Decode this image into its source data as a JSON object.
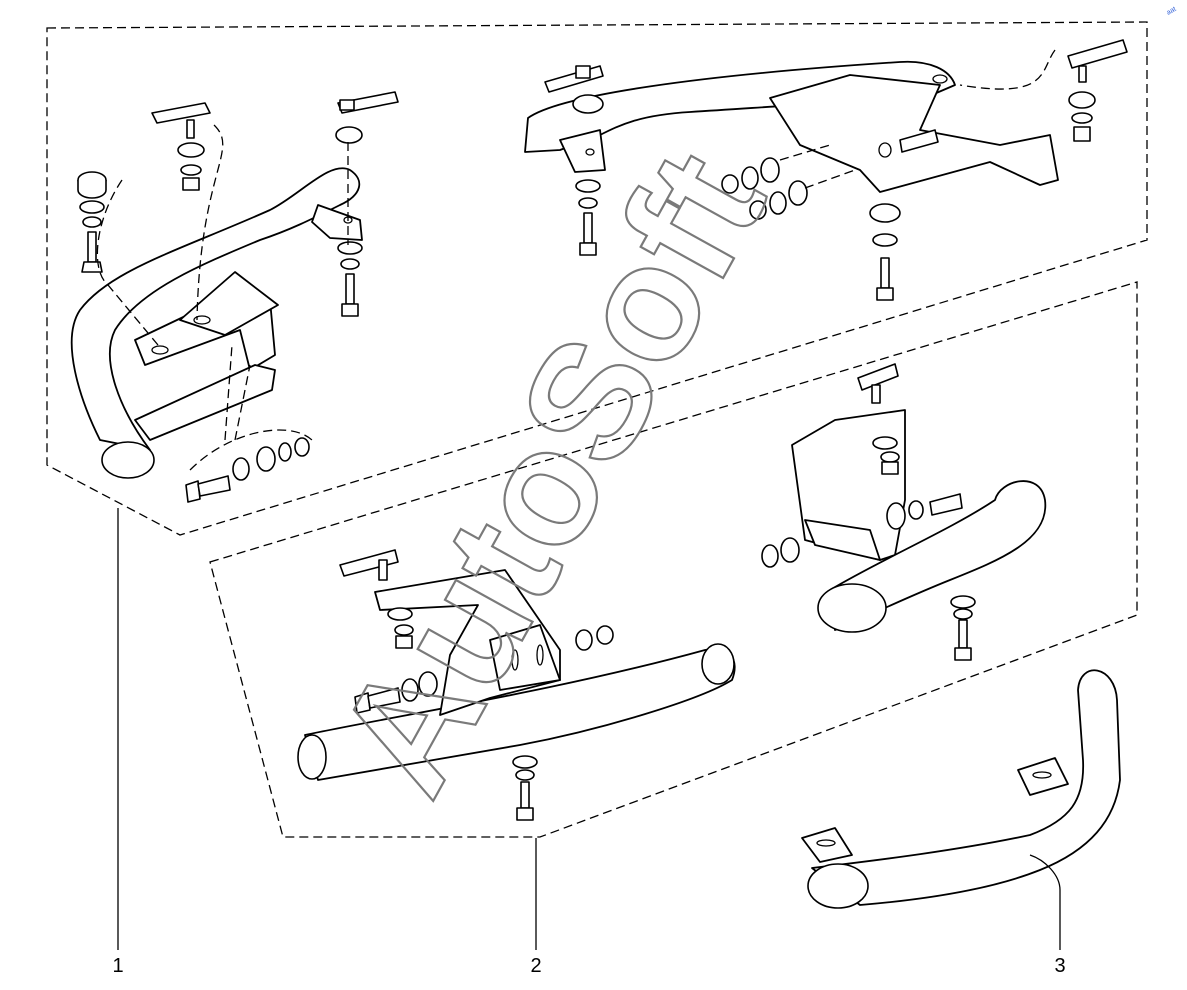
{
  "watermark": {
    "text": "AutoSoft"
  },
  "corner_mark": {
    "text": "aat"
  },
  "callouts": [
    {
      "id": "1",
      "label": "1"
    },
    {
      "id": "2",
      "label": "2"
    },
    {
      "id": "3",
      "label": "3"
    }
  ],
  "groups": [
    {
      "id": "group-1",
      "callout": "1",
      "parts": [
        "bumper-bar-left",
        "mounting-bracket",
        "bolt",
        "washer",
        "nut"
      ]
    },
    {
      "id": "group-2",
      "callout": "2",
      "parts": [
        "bumper-bar-front",
        "mounting-bracket",
        "bolt",
        "washer",
        "nut"
      ]
    },
    {
      "id": "group-3",
      "callout": "3",
      "parts": [
        "side-step-bar"
      ]
    }
  ],
  "colors": {
    "line": "#000000",
    "watermark": "#7a7a7a",
    "background": "#ffffff"
  }
}
